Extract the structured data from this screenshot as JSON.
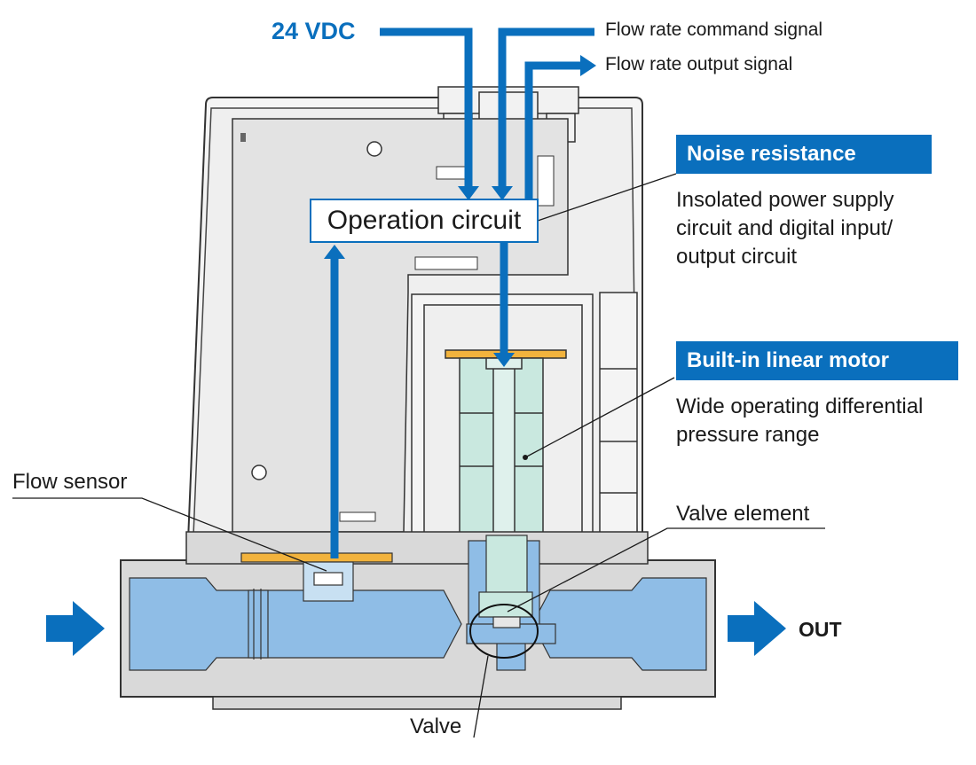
{
  "labels": {
    "supply": "24 VDC",
    "command_signal": "Flow rate command signal",
    "output_signal": "Flow rate output signal",
    "operation_circuit": "Operation circuit",
    "flow_sensor": "Flow sensor",
    "valve_element": "Valve element",
    "valve": "Valve",
    "out": "OUT"
  },
  "callouts": {
    "noise": {
      "title": "Noise resistance",
      "lines": [
        "Insolated power supply",
        "circuit and digital input/",
        "output circuit"
      ]
    },
    "motor": {
      "title": "Built-in linear motor",
      "lines": [
        "Wide operating differential",
        "pressure range"
      ]
    }
  },
  "colors": {
    "accent_blue": "#0a6fbd",
    "fluid_blue": "#8fbde6",
    "coil_green": "#c9e8df",
    "body_gray": "#d6d6d6",
    "board_gray": "#e4e4e4",
    "gold": "#f2b33d"
  }
}
